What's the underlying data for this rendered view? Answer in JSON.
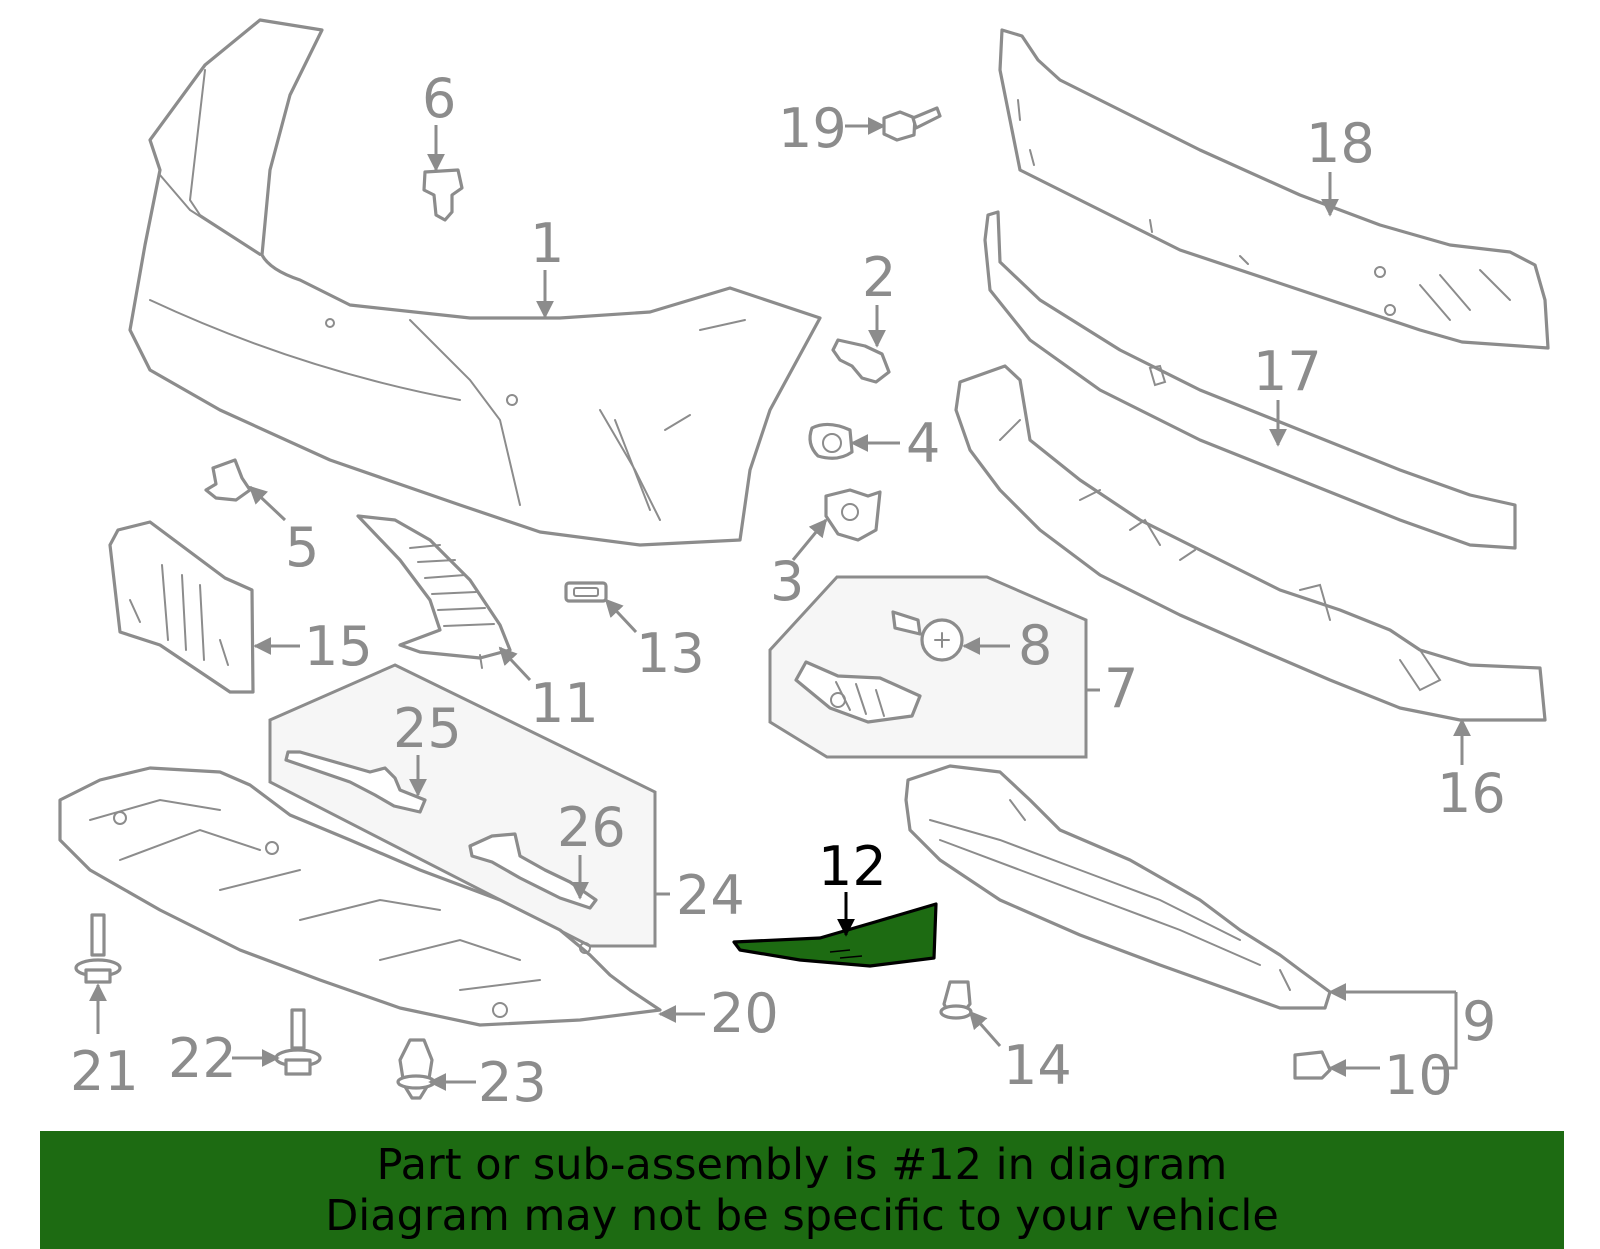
{
  "colors": {
    "line": "#8c8c8c",
    "highlight_fill": "#1d6b12",
    "highlight_stroke": "#000000",
    "banner_bg": "#1d6b12",
    "banner_text": "#000000",
    "box_fill": "#f6f6f6"
  },
  "callouts": [
    "1",
    "2",
    "3",
    "4",
    "5",
    "6",
    "7",
    "8",
    "9",
    "10",
    "11",
    "12",
    "13",
    "14",
    "15",
    "16",
    "17",
    "18",
    "19",
    "20",
    "21",
    "22",
    "23",
    "24",
    "25",
    "26"
  ],
  "highlighted_part": "12",
  "banner": {
    "line1": "Part or sub-assembly is #12 in diagram",
    "line2": "Diagram may not be specific to your vehicle"
  }
}
